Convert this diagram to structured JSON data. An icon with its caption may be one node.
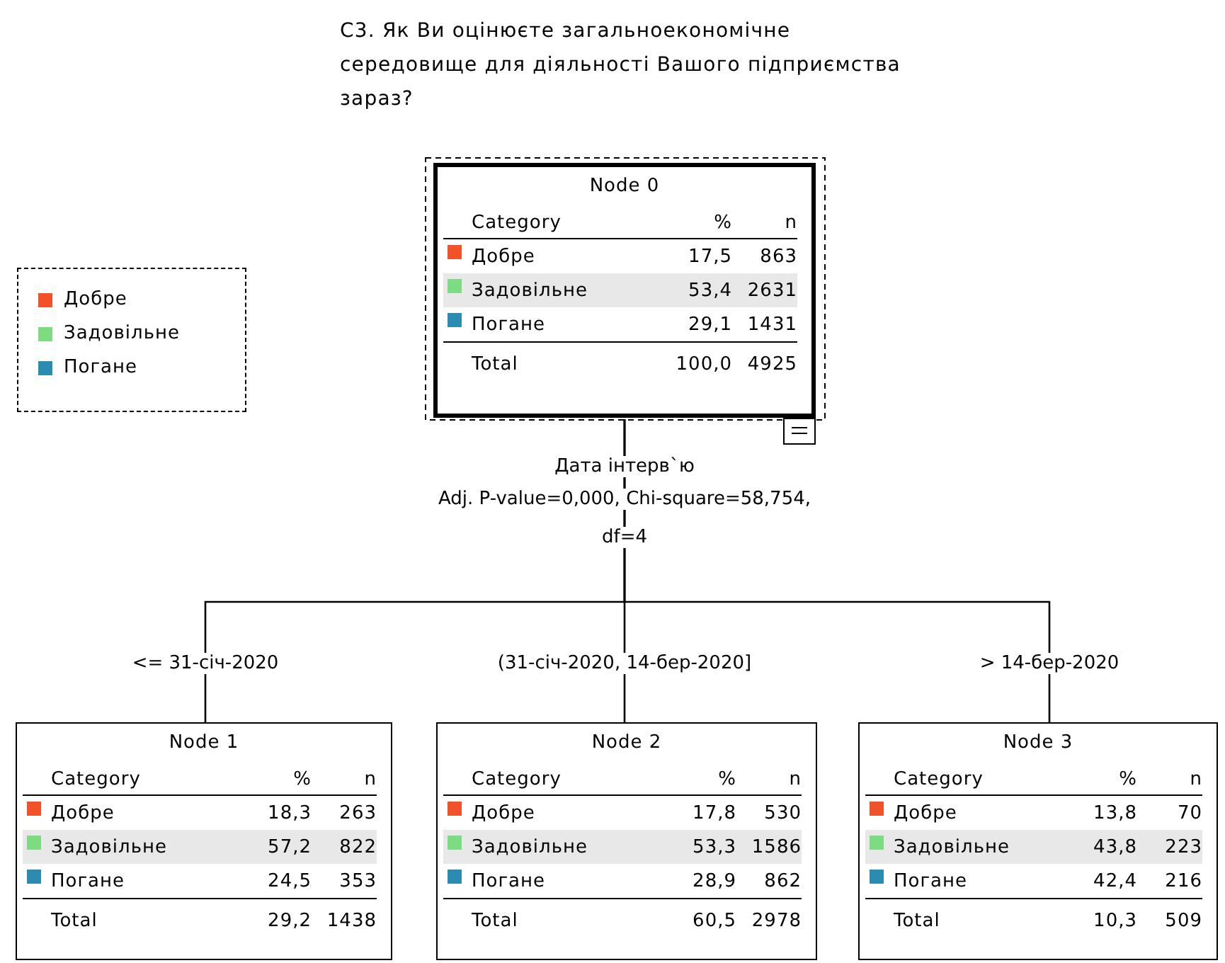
{
  "diagram": {
    "title": "С3. Як Ви оцінюєте загальноекономічне середовище для діяльності Вашого підприємства зараз?",
    "nodes": [
      {
        "text": [
          "Node 0",
          "Category",
          "%",
          "n",
          "Добре",
          "17,5",
          "863",
          "Задовільне",
          "53,4",
          "2631",
          "Погане",
          "29,1",
          "1431",
          "Total",
          "100,0",
          "4925"
        ]
      },
      {
        "text": [
          "Node 1",
          "Category",
          "%",
          "n",
          "Добре",
          "18,3",
          "263",
          "Задовільне",
          "57,2",
          "822",
          "Погане",
          "24,5",
          "353",
          "Total",
          "29,2",
          "1438"
        ]
      },
      {
        "text": [
          "Node 2",
          "Category",
          "%",
          "n",
          "Добре",
          "17,8",
          "530",
          "Задовільне",
          "53,3",
          "1586",
          "Погане",
          "28,9",
          "862",
          "Total",
          "60,5",
          "2978"
        ]
      },
      {
        "text": [
          "Node 3",
          "Category",
          "%",
          "n",
          "Добре",
          "13,8",
          "70",
          "Задовільне",
          "43,8",
          "223",
          "Погане",
          "42,4",
          "216",
          "Total",
          "10,3",
          "509"
        ]
      }
    ],
    "edges": [
      {
        "from": 0,
        "to": 1,
        "arrow": "none",
        "label": "<= 31-січ-2020"
      },
      {
        "from": 0,
        "to": 2,
        "arrow": "none",
        "label": "(31-січ-2020, 14-бер-2020]"
      },
      {
        "from": 0,
        "to": 3,
        "arrow": "none",
        "label": "> 14-бер-2020"
      }
    ],
    "labels": [
      "Дата інтерв`ю",
      "Adj. P-value=0,000, Chi-square=58,754,",
      "df=4"
    ],
    "legend": [
      {
        "text": "Добре",
        "color": "#f0522a"
      },
      {
        "text": "Задовільне",
        "color": "#7ddb82"
      },
      {
        "text": "Погане",
        "color": "#2b8bb0"
      }
    ]
  }
}
